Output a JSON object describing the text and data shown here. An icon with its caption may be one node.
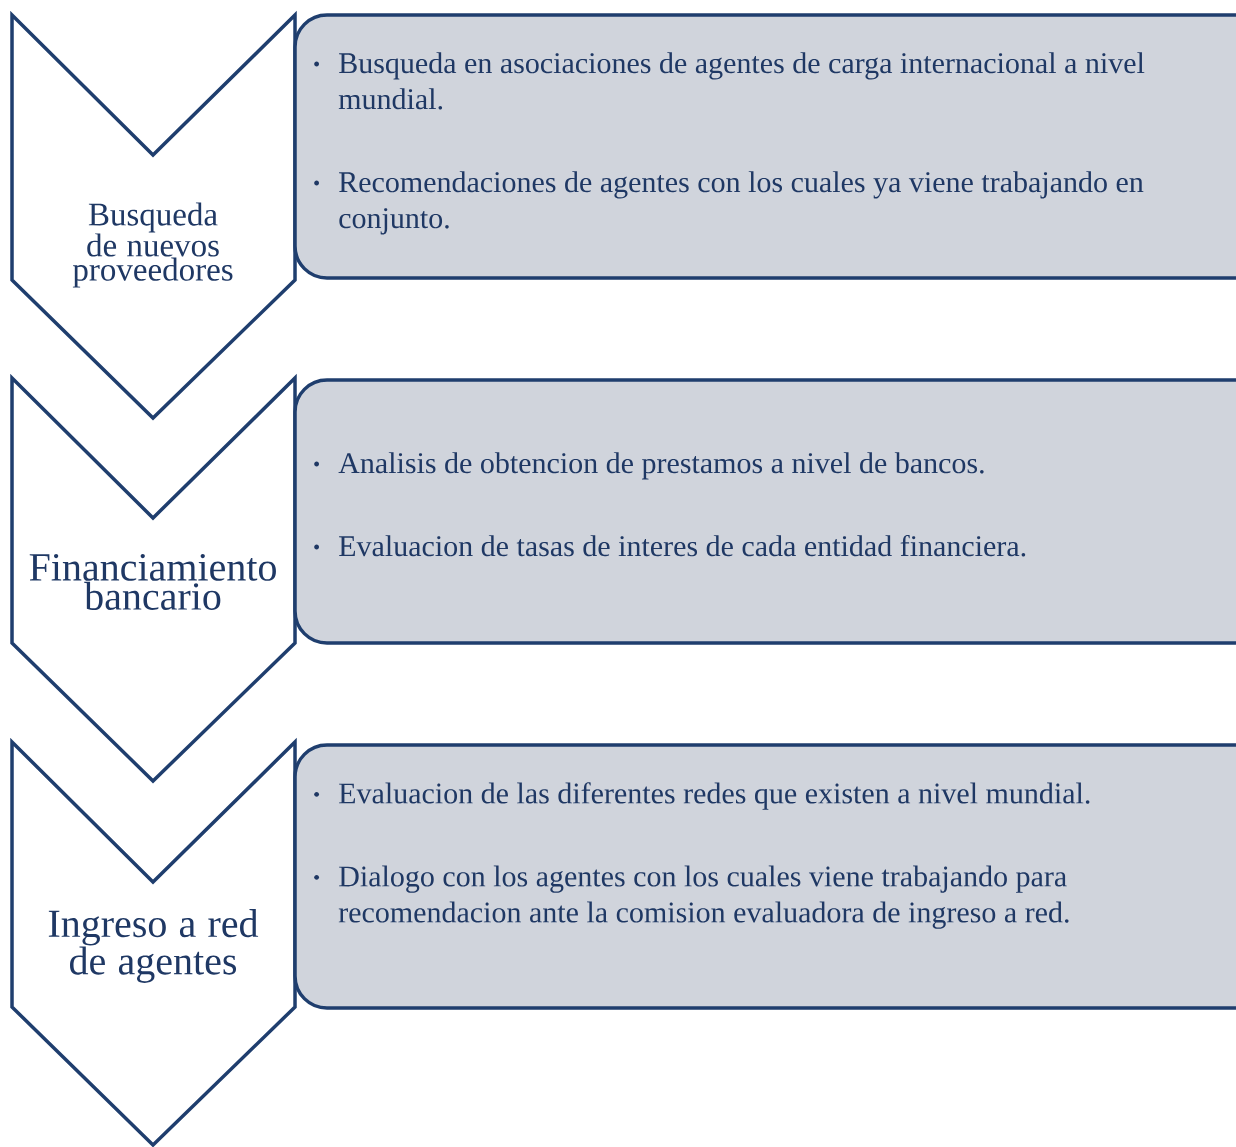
{
  "diagram": {
    "nodes": [
      {
        "text": [
          "Busqueda de nuevos proveedores"
        ]
      },
      {
        "text": [
          "Busqueda en asociaciones de agentes de carga internacional a nivel mundial.",
          "Recomendaciones de agentes con los cuales ya viene trabajando en conjunto."
        ]
      },
      {
        "text": [
          "Financiamiento bancario"
        ]
      },
      {
        "text": [
          "Analisis de obtencion de prestamos a nivel de bancos.",
          "Evaluacion de tasas de interes de cada entidad financiera."
        ]
      },
      {
        "text": [
          "Ingreso a red de agentes"
        ]
      },
      {
        "text": [
          "Evaluacion de las diferentes redes que existen a nivel mundial.",
          "Dialogo con los agentes con los cuales viene trabajando para recomendacion ante la comision evaluadora de ingreso a red."
        ]
      }
    ]
  }
}
